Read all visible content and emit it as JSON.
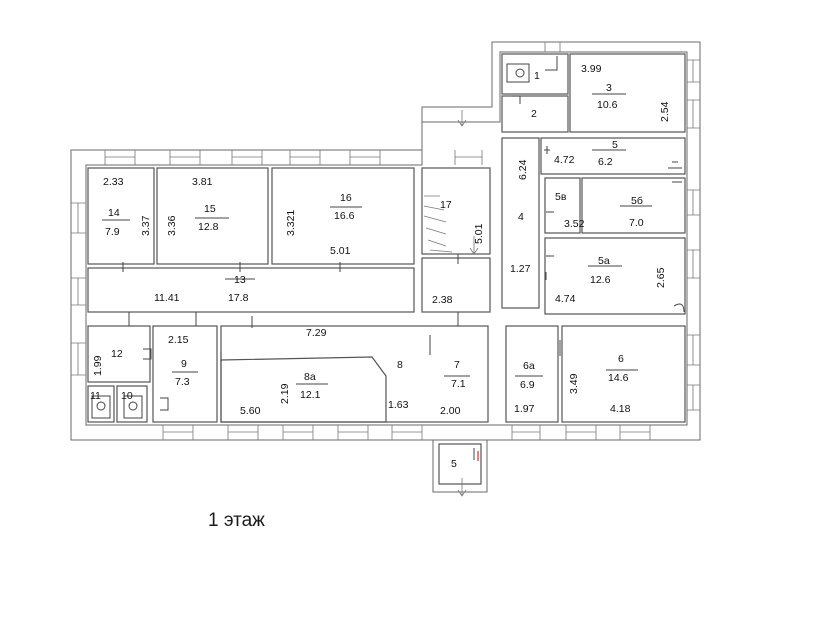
{
  "caption": "1 этаж",
  "rooms": {
    "r1": "1",
    "r2": "2",
    "r3": "3",
    "r3_area": "10.6",
    "r5": "5",
    "r5_area": "6.2",
    "r5v": "5в",
    "r5b": "5б",
    "r5b_area": "7.0",
    "r4": "4",
    "r5a": "5а",
    "r5a_area": "12.6",
    "r14": "14",
    "r14_area": "7.9",
    "r15": "15",
    "r15_area": "12.8",
    "r16": "16",
    "r16_area": "16.6",
    "r17": "17",
    "r13": "13",
    "r13_area": "17.8",
    "r12": "12",
    "r11": "11",
    "r10": "10",
    "r9": "9",
    "r9_area": "7.3",
    "r8a": "8а",
    "r8a_area": "12.1",
    "r8": "8",
    "r7": "7",
    "r7_area": "7.1",
    "r6a": "6а",
    "r6a_area": "6.9",
    "r6": "6",
    "r6_area": "14.6",
    "r5porch": "5"
  },
  "dims": {
    "d399": "3.99",
    "d254": "2.54",
    "d472": "4.72",
    "d624": "6.24",
    "d352": "3.52",
    "d127": "1.27",
    "d265": "2.65",
    "d474": "4.74",
    "d233": "2.33",
    "d381": "3.81",
    "d337": "3.37",
    "d336": "3.36",
    "d3321": "3.321",
    "d501a": "5.01",
    "d501b": "5.01",
    "d1141": "11.41",
    "d238": "2.38",
    "d215": "2.15",
    "d729": "7.29",
    "d199": "1.99",
    "d219": "2.19",
    "d560": "5.60",
    "d163": "1.63",
    "d200": "2.00",
    "d349": "3.49",
    "d197": "1.97",
    "d418": "4.18"
  }
}
